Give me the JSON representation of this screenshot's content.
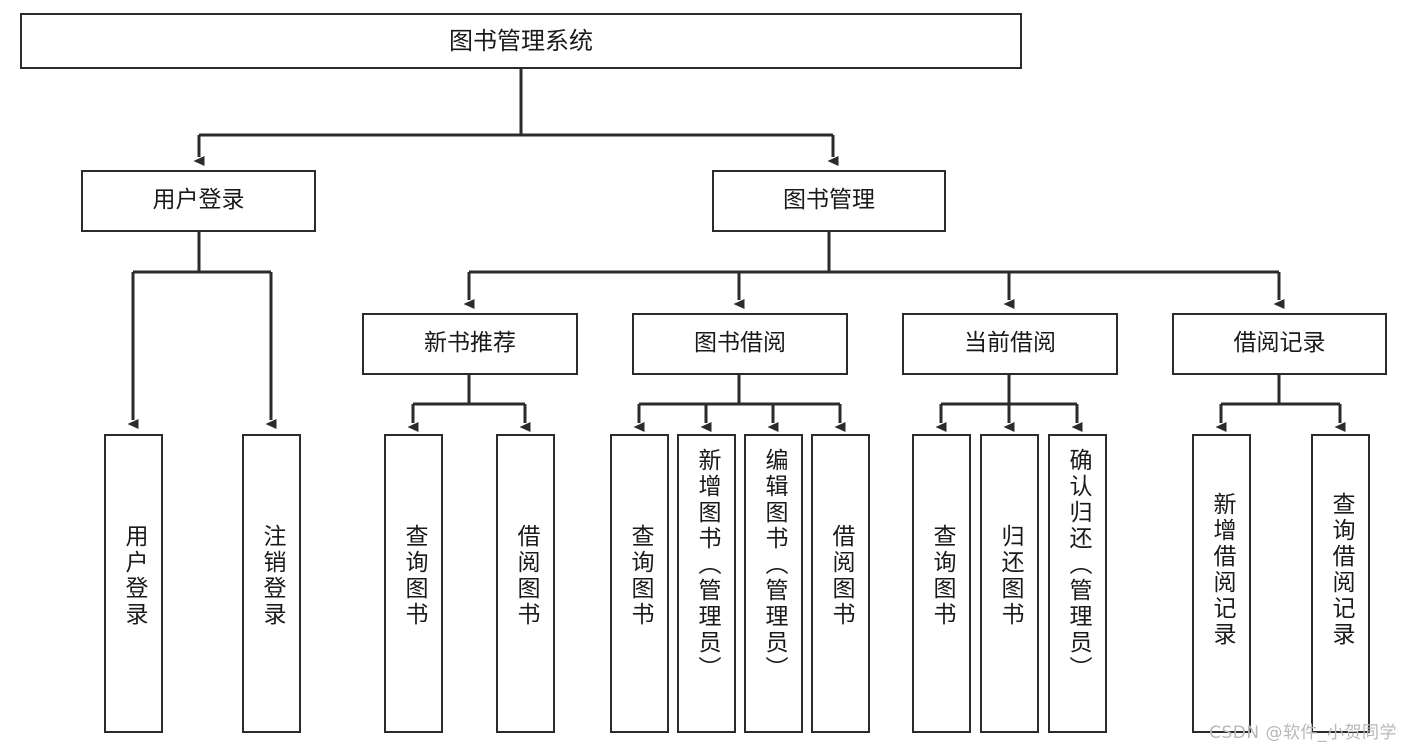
{
  "diagram": {
    "title": "图书管理系统",
    "type": "tree-hierarchy",
    "root": {
      "id": "root",
      "label": "图书管理系统"
    },
    "level1": [
      {
        "id": "user-login",
        "label": "用户登录"
      },
      {
        "id": "book-manage",
        "label": "图书管理"
      }
    ],
    "level2": [
      {
        "id": "new-book-recommend",
        "label": "新书推荐",
        "parent": "book-manage"
      },
      {
        "id": "book-borrow",
        "label": "图书借阅",
        "parent": "book-manage"
      },
      {
        "id": "current-borrow",
        "label": "当前借阅",
        "parent": "book-manage"
      },
      {
        "id": "borrow-record",
        "label": "借阅记录",
        "parent": "book-manage"
      }
    ],
    "leaves": [
      {
        "id": "leaf-user-login",
        "label": "用户登录",
        "parent": "user-login"
      },
      {
        "id": "leaf-logout-login",
        "label": "注销登录",
        "parent": "user-login"
      },
      {
        "id": "leaf-query-book-1",
        "label": "查询图书",
        "parent": "new-book-recommend"
      },
      {
        "id": "leaf-borrow-book-1",
        "label": "借阅图书",
        "parent": "new-book-recommend"
      },
      {
        "id": "leaf-query-book-2",
        "label": "查询图书",
        "parent": "book-borrow"
      },
      {
        "id": "leaf-add-book",
        "label": "新增图书（管理员）",
        "parent": "book-borrow"
      },
      {
        "id": "leaf-edit-book",
        "label": "编辑图书（管理员）",
        "parent": "book-borrow"
      },
      {
        "id": "leaf-borrow-book-2",
        "label": "借阅图书",
        "parent": "book-borrow"
      },
      {
        "id": "leaf-query-book-3",
        "label": "查询图书",
        "parent": "current-borrow"
      },
      {
        "id": "leaf-return-book",
        "label": "归还图书",
        "parent": "current-borrow"
      },
      {
        "id": "leaf-confirm-return",
        "label": "确认归还（管理员）",
        "parent": "current-borrow"
      },
      {
        "id": "leaf-add-record",
        "label": "新增借阅记录",
        "parent": "borrow-record"
      },
      {
        "id": "leaf-query-record",
        "label": "查询借阅记录",
        "parent": "borrow-record"
      }
    ],
    "colors": {
      "stroke": "#2b2b2b",
      "fill": "#ffffff",
      "text": "#1a1a1a",
      "watermark": "#b8b8b8"
    }
  },
  "watermark": {
    "text": "CSDN @软件_小贺同学"
  }
}
